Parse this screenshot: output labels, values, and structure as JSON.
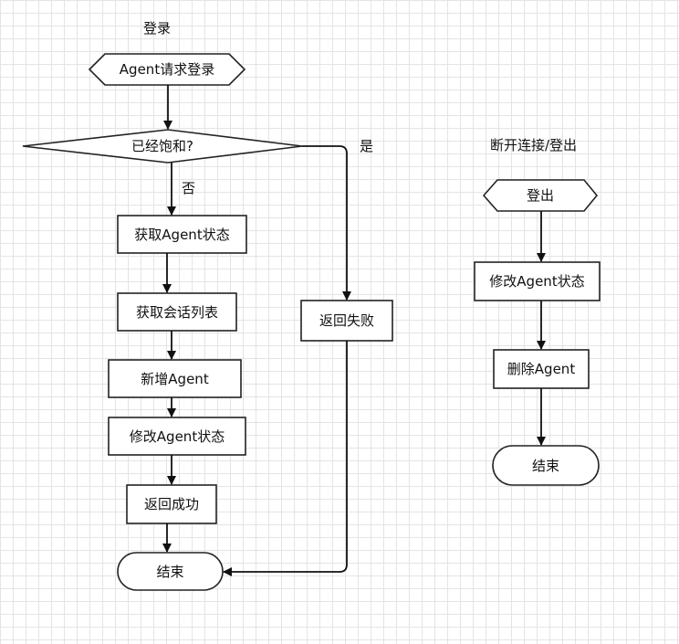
{
  "login_section": {
    "title": "登录",
    "start": "Agent请求登录",
    "decision": "已经饱和?",
    "yes_label": "是",
    "no_label": "否",
    "get_state": "获取Agent状态",
    "get_sessions": "获取会话列表",
    "add_agent": "新增Agent",
    "modify_state": "修改Agent状态",
    "return_success": "返回成功",
    "end": "结束",
    "return_fail": "返回失败"
  },
  "logout_section": {
    "title": "断开连接/登出",
    "start": "登出",
    "modify_state": "修改Agent状态",
    "delete_agent": "删除Agent",
    "end": "结束"
  }
}
